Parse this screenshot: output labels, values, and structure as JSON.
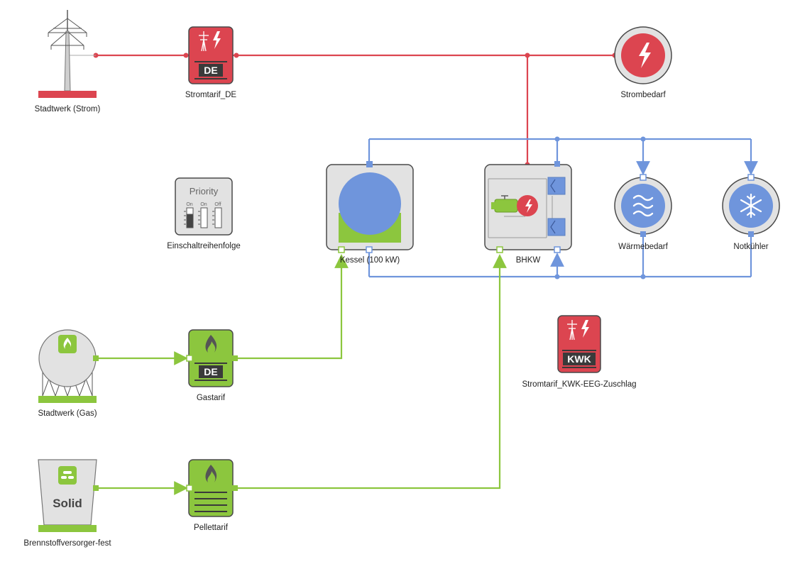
{
  "nodes": {
    "grid_power": {
      "label": "Stadtwerk (Strom)"
    },
    "tariff_power": {
      "label": "Stromtarif_DE",
      "badge": "DE"
    },
    "power_demand": {
      "label": "Strombedarf"
    },
    "priority": {
      "label": "Einschaltreihenfolge",
      "title": "Priority",
      "switches": [
        "On",
        "On",
        "Off"
      ]
    },
    "boiler": {
      "label": "Kessel (100 kW)"
    },
    "chp": {
      "label": "BHKW"
    },
    "heat_demand": {
      "label": "Wärmebedarf"
    },
    "cooler": {
      "label": "Notkühler"
    },
    "grid_gas": {
      "label": "Stadtwerk (Gas)"
    },
    "tariff_gas": {
      "label": "Gastarif",
      "badge": "DE"
    },
    "tariff_kwk": {
      "label": "Stromtarif_KWK-EEG-Zuschlag",
      "badge": "KWK"
    },
    "solid_supplier": {
      "label": "Brennstoffversorger-fest",
      "badge": "Solid"
    },
    "tariff_pellet": {
      "label": "Pellettarif"
    }
  },
  "colors": {
    "electric": "#dc4550",
    "heat": "#6f95dc",
    "fuel": "#8cc63e",
    "device_bg": "#e2e2e2",
    "device_border": "#4a4a4a"
  }
}
